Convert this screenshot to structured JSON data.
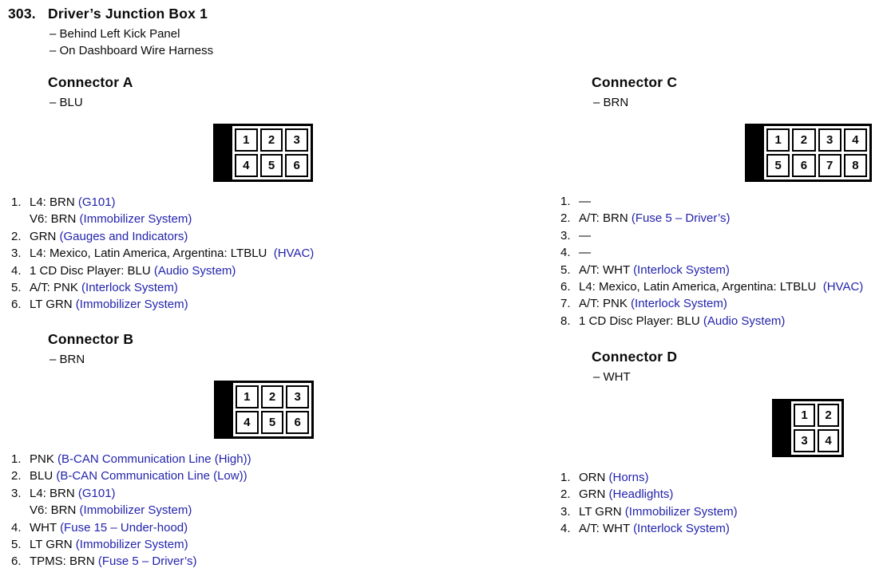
{
  "page": {
    "number": "303.",
    "title": "Driver’s Junction Box 1",
    "locations": [
      "– Behind Left Kick Panel",
      "– On Dashboard Wire Harness"
    ]
  },
  "colors": {
    "link_blue": "#2323ad",
    "text_black": "#0a0a0a",
    "connector_key_fill": "#000000"
  },
  "connectors": [
    {
      "id": "A",
      "title": "Connector A",
      "color_label": "– BLU",
      "grid": {
        "rows": [
          [
            "1",
            "2",
            "3"
          ],
          [
            "4",
            "5",
            "6"
          ]
        ]
      },
      "pins": [
        {
          "num": "1.",
          "lines": [
            [
              {
                "t": "L4: BRN ",
                "c": "k"
              },
              {
                "t": "(G101)",
                "c": "b"
              }
            ],
            [
              {
                "t": "V6: BRN ",
                "c": "k"
              },
              {
                "t": "(Immobilizer System)",
                "c": "b"
              }
            ]
          ]
        },
        {
          "num": "2.",
          "lines": [
            [
              {
                "t": "GRN ",
                "c": "k"
              },
              {
                "t": "(Gauges and Indicators)",
                "c": "b"
              }
            ]
          ]
        },
        {
          "num": "3.",
          "lines": [
            [
              {
                "t": "L4: Mexico, Latin America, Argentina: LTBLU  ",
                "c": "k"
              },
              {
                "t": "(HVAC)",
                "c": "b"
              }
            ]
          ]
        },
        {
          "num": "4.",
          "lines": [
            [
              {
                "t": "1 CD Disc Player: BLU ",
                "c": "k"
              },
              {
                "t": "(Audio System)",
                "c": "b"
              }
            ]
          ]
        },
        {
          "num": "5.",
          "lines": [
            [
              {
                "t": "A/T: PNK ",
                "c": "k"
              },
              {
                "t": "(Interlock System)",
                "c": "b"
              }
            ]
          ]
        },
        {
          "num": "6.",
          "lines": [
            [
              {
                "t": "LT GRN ",
                "c": "k"
              },
              {
                "t": "(Immobilizer System)",
                "c": "b"
              }
            ]
          ]
        }
      ]
    },
    {
      "id": "B",
      "title": "Connector B",
      "color_label": "– BRN",
      "grid": {
        "rows": [
          [
            "1",
            "2",
            "3"
          ],
          [
            "4",
            "5",
            "6"
          ]
        ]
      },
      "pins": [
        {
          "num": "1.",
          "lines": [
            [
              {
                "t": "PNK ",
                "c": "k"
              },
              {
                "t": "(B-CAN Communication Line (High))",
                "c": "b"
              }
            ]
          ]
        },
        {
          "num": "2.",
          "lines": [
            [
              {
                "t": "BLU ",
                "c": "k"
              },
              {
                "t": "(B-CAN Communication Line (Low))",
                "c": "b"
              }
            ]
          ]
        },
        {
          "num": "3.",
          "lines": [
            [
              {
                "t": "L4: BRN ",
                "c": "k"
              },
              {
                "t": "(G101)",
                "c": "b"
              }
            ],
            [
              {
                "t": "V6: BRN ",
                "c": "k"
              },
              {
                "t": "(Immobilizer System)",
                "c": "b"
              }
            ]
          ]
        },
        {
          "num": "4.",
          "lines": [
            [
              {
                "t": "WHT ",
                "c": "k"
              },
              {
                "t": "(Fuse 15 – Under-hood)",
                "c": "b"
              }
            ]
          ]
        },
        {
          "num": "5.",
          "lines": [
            [
              {
                "t": "LT GRN ",
                "c": "k"
              },
              {
                "t": "(Immobilizer System)",
                "c": "b"
              }
            ]
          ]
        },
        {
          "num": "6.",
          "lines": [
            [
              {
                "t": "TPMS: BRN ",
                "c": "k"
              },
              {
                "t": "(Fuse 5 – Driver’s)",
                "c": "b"
              }
            ]
          ]
        }
      ]
    },
    {
      "id": "C",
      "title": "Connector C",
      "color_label": "– BRN",
      "grid": {
        "rows": [
          [
            "1",
            "2",
            "3",
            "4"
          ],
          [
            "5",
            "6",
            "7",
            "8"
          ]
        ]
      },
      "pins": [
        {
          "num": "1.",
          "lines": [
            [
              {
                "t": "—",
                "c": "k"
              }
            ]
          ]
        },
        {
          "num": "2.",
          "lines": [
            [
              {
                "t": "A/T: BRN ",
                "c": "k"
              },
              {
                "t": "(Fuse 5 – Driver’s)",
                "c": "b"
              }
            ]
          ]
        },
        {
          "num": "3.",
          "lines": [
            [
              {
                "t": "—",
                "c": "k"
              }
            ]
          ]
        },
        {
          "num": "4.",
          "lines": [
            [
              {
                "t": "—",
                "c": "k"
              }
            ]
          ]
        },
        {
          "num": "5.",
          "lines": [
            [
              {
                "t": "A/T: WHT ",
                "c": "k"
              },
              {
                "t": "(Interlock System)",
                "c": "b"
              }
            ]
          ]
        },
        {
          "num": "6.",
          "lines": [
            [
              {
                "t": "L4: Mexico, Latin America, Argentina: LTBLU  ",
                "c": "k"
              },
              {
                "t": "(HVAC)",
                "c": "b"
              }
            ]
          ]
        },
        {
          "num": "7.",
          "lines": [
            [
              {
                "t": "A/T: PNK ",
                "c": "k"
              },
              {
                "t": "(Interlock System)",
                "c": "b"
              }
            ]
          ]
        },
        {
          "num": "8.",
          "lines": [
            [
              {
                "t": "1 CD Disc Player: BLU ",
                "c": "k"
              },
              {
                "t": "(Audio System)",
                "c": "b"
              }
            ]
          ]
        }
      ]
    },
    {
      "id": "D",
      "title": "Connector D",
      "color_label": "– WHT",
      "grid": {
        "rows": [
          [
            "1",
            "2"
          ],
          [
            "3",
            "4"
          ]
        ]
      },
      "pins": [
        {
          "num": "1.",
          "lines": [
            [
              {
                "t": "ORN ",
                "c": "k"
              },
              {
                "t": "(Horns)",
                "c": "b"
              }
            ]
          ]
        },
        {
          "num": "2.",
          "lines": [
            [
              {
                "t": "GRN ",
                "c": "k"
              },
              {
                "t": "(Headlights)",
                "c": "b"
              }
            ]
          ]
        },
        {
          "num": "3.",
          "lines": [
            [
              {
                "t": "LT GRN ",
                "c": "k"
              },
              {
                "t": "(Immobilizer System)",
                "c": "b"
              }
            ]
          ]
        },
        {
          "num": "4.",
          "lines": [
            [
              {
                "t": "A/T: WHT ",
                "c": "k"
              },
              {
                "t": "(Interlock System)",
                "c": "b"
              }
            ]
          ]
        }
      ]
    }
  ]
}
